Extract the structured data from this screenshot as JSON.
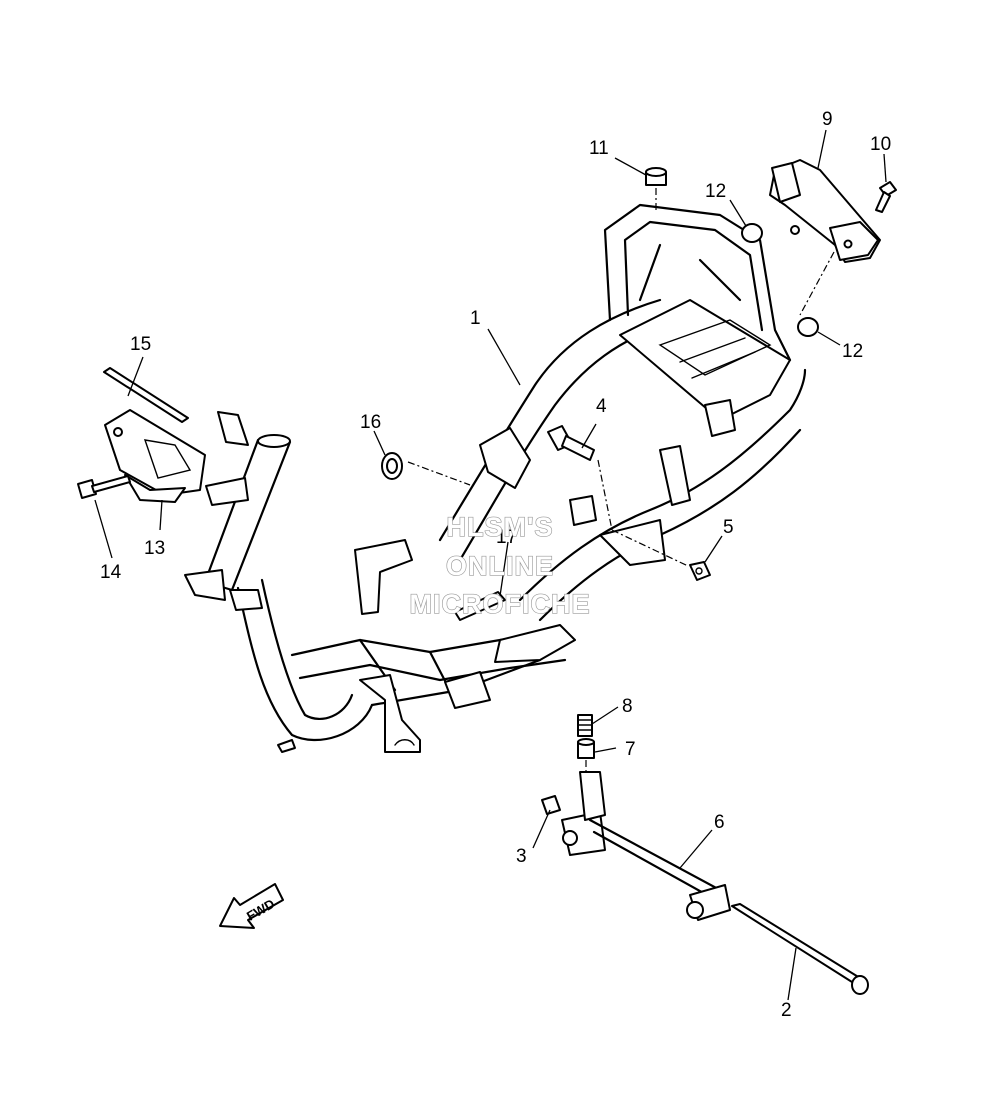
{
  "watermark": {
    "line1": "HLSM'S",
    "line2": "ONLINE",
    "line3": "MICROFICHE"
  },
  "direction_arrow": {
    "label": "FWD"
  },
  "callouts": [
    "1",
    "2",
    "3",
    "4",
    "5",
    "6",
    "7",
    "8",
    "9",
    "10",
    "11",
    "12",
    "12",
    "13",
    "14",
    "15",
    "16",
    "17"
  ]
}
